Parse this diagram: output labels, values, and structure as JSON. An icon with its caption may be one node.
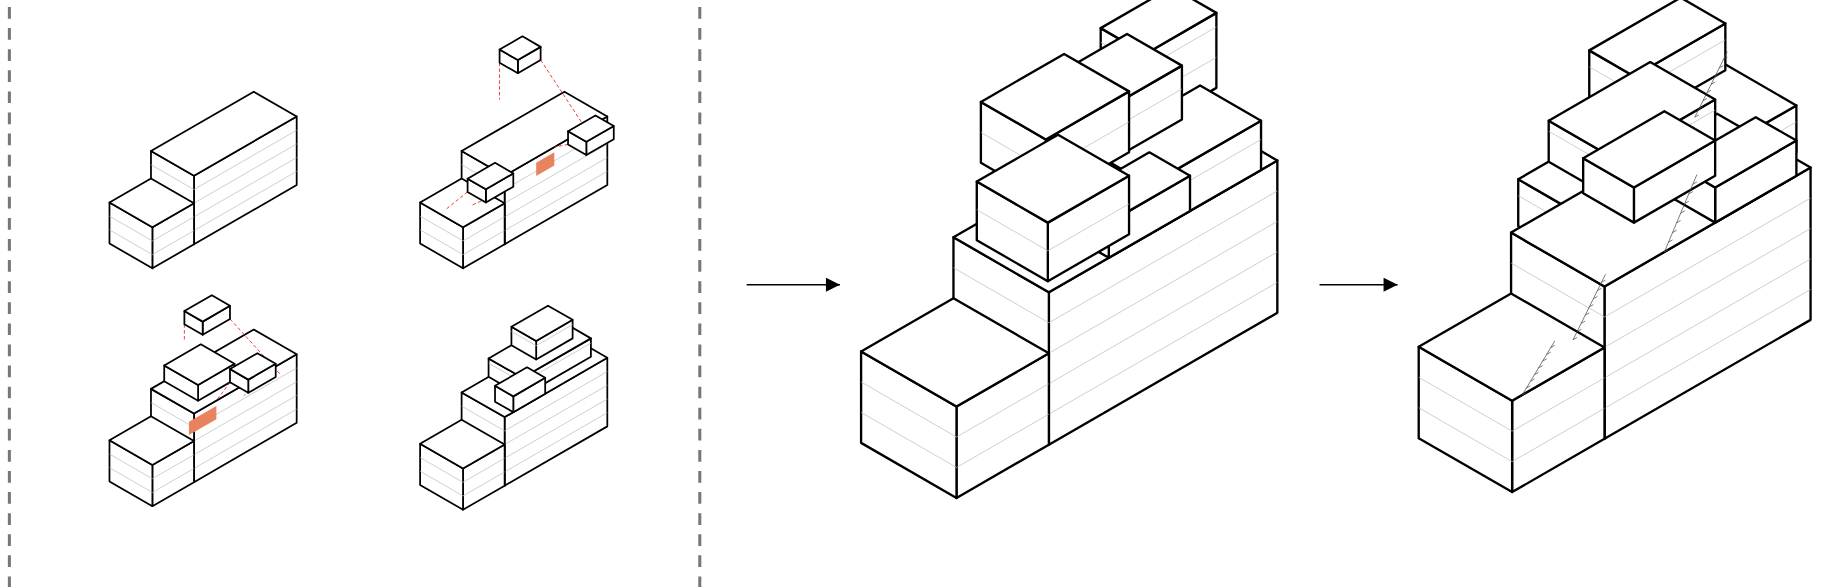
{
  "diagram": {
    "nodes": [
      {
        "text": [],
        "shape": "picture"
      },
      {
        "text": [],
        "shape": "picture"
      }
    ],
    "edges": [
      {
        "from": null,
        "to": 0,
        "arrow": "to"
      },
      {
        "from": 0,
        "to": 1,
        "arrow": "to"
      }
    ]
  }
}
